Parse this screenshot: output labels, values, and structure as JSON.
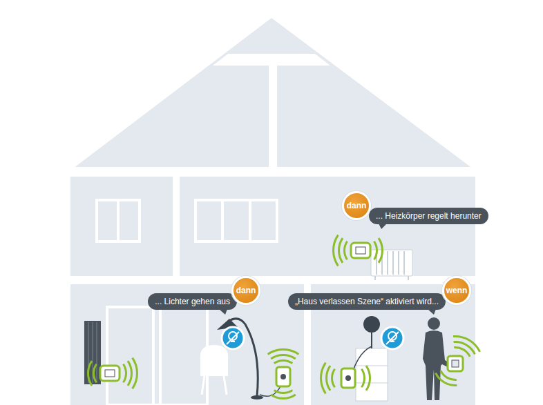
{
  "diagram": {
    "nodes": [
      {
        "text": [
          "dann"
        ]
      },
      {
        "text": [
          "... Heizkörper regelt herunter"
        ]
      },
      {
        "text": [
          "... Lichter gehen aus"
        ]
      },
      {
        "text": [
          "dann"
        ]
      },
      {
        "text": [
          "„Haus verlassen Szene“ aktiviert wird..."
        ]
      },
      {
        "text": [
          "wenn"
        ]
      }
    ]
  }
}
